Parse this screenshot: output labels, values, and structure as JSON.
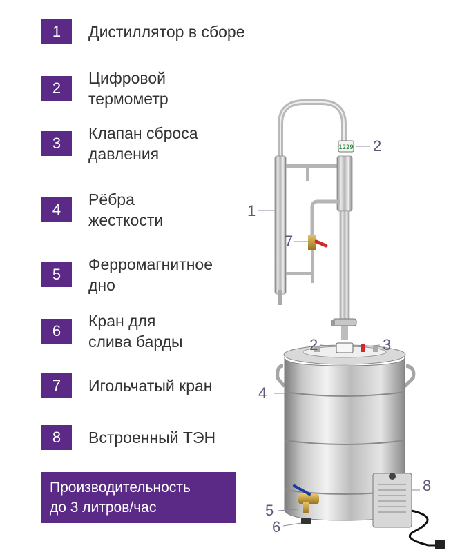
{
  "features": [
    {
      "num": "1",
      "label": "Дистиллятор в сборе"
    },
    {
      "num": "2",
      "label": "Цифровой\nтермометр"
    },
    {
      "num": "3",
      "label": "Клапан сброса\nдавления"
    },
    {
      "num": "4",
      "label": "Рёбра\nжесткости"
    },
    {
      "num": "5",
      "label": "Ферромагнитное\nдно"
    },
    {
      "num": "6",
      "label": "Кран для\nслива барды"
    },
    {
      "num": "7",
      "label": "Игольчатый кран"
    },
    {
      "num": "8",
      "label": "Встроенный ТЭН"
    }
  ],
  "capacity": "Производительность\nдо 3 литров/час",
  "callouts": {
    "c1": "1",
    "c2_top": "2",
    "c7": "7",
    "c2_lid": "2",
    "c3": "3",
    "c4": "4",
    "c8": "8",
    "c5": "5",
    "c6": "6"
  },
  "thermometer_reading": "1229"
}
